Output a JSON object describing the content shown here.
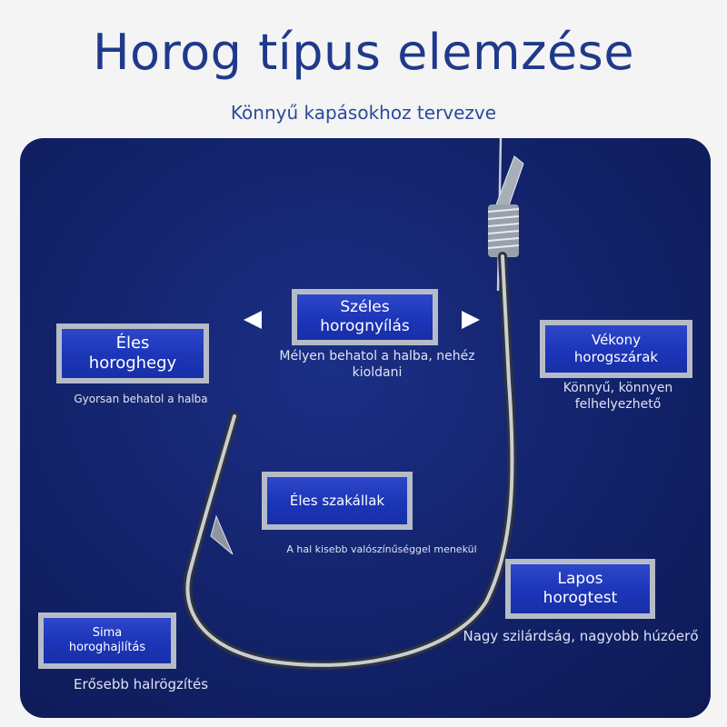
{
  "header": {
    "title": "Horog típus elemzése",
    "subtitle": "Könnyű kapásokhoz tervezve"
  },
  "features": {
    "point": {
      "title_line1": "Éles",
      "title_line2": "horoghegy",
      "desc": "Gyorsan behatol a halba"
    },
    "gap": {
      "title_line1": "Széles",
      "title_line2": "horognyílás",
      "desc_line1": "Mélyen behatol a halba, nehéz",
      "desc_line2": "kioldani"
    },
    "shank": {
      "title_line1": "Vékony",
      "title_line2": "horogszárak",
      "desc_line1": "Könnyű, könnyen",
      "desc_line2": "felhelyezhető"
    },
    "barb": {
      "title": "Éles szakállak",
      "desc": "A hal kisebb valószínűséggel menekül"
    },
    "body": {
      "title_line1": "Lapos",
      "title_line2": "horogtest",
      "desc": "Nagy szilárdság, nagyobb húzóerő"
    },
    "bend": {
      "title_line1": "Sima",
      "title_line2": "horoghajlítás",
      "desc": "Erősebb halrögzítés"
    }
  },
  "colors": {
    "title": "#1f3a8c",
    "panel": "#14246e",
    "tag": "#1c35b8",
    "tag_border": "#b5bcc8"
  },
  "icons": [
    "left-triangle-arrow-icon",
    "right-triangle-arrow-icon",
    "fish-hook-illustration"
  ]
}
